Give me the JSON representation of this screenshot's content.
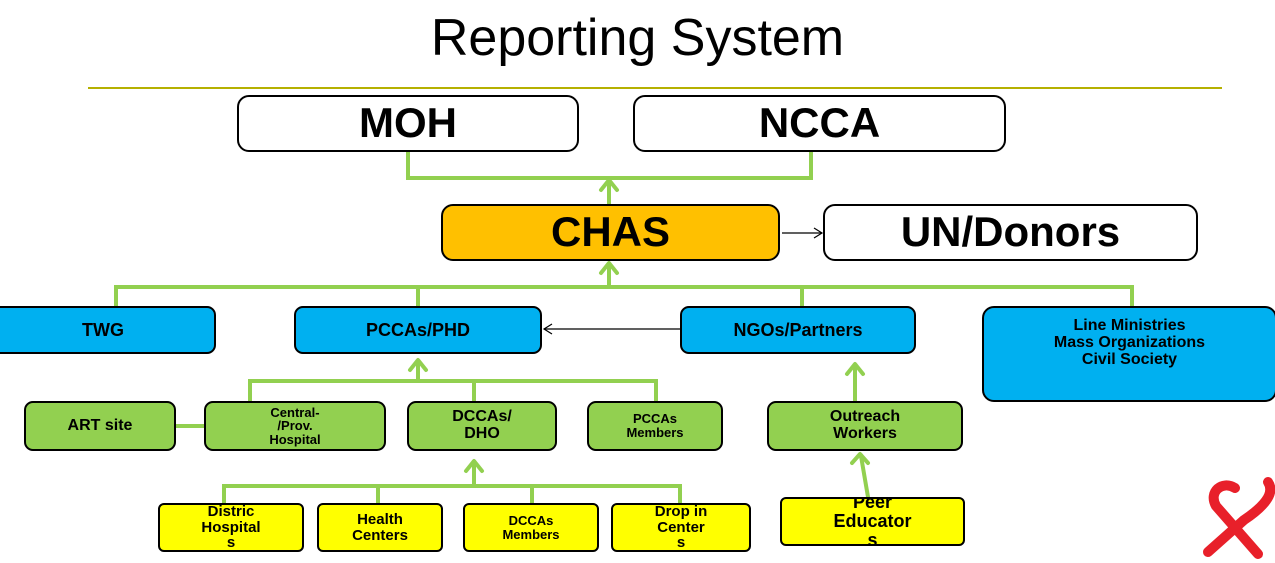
{
  "title": "Reporting System",
  "colors": {
    "rule": "#b5b000",
    "connector": "#92d050",
    "arrow": "#000000",
    "orange_box": "#ffc000",
    "blue_box": "#00b0f0",
    "green_box": "#92d050",
    "yellow_box": "#ffff00",
    "logo": "#e8202a"
  },
  "nodes": {
    "moh": "MOH",
    "ncca": "NCCA",
    "chas": "CHAS",
    "un_donors": "UN/Donors",
    "twg": "TWG",
    "pccas_phd": "PCCAs/PHD",
    "ngos_partners": "NGOs/Partners",
    "line_ministries": "Line Ministries\nMass Organizations\nCivil Society",
    "art_site": "ART site",
    "central_hospital": "Central-\n/Prov.\nHospital",
    "dccas_dho": "DCCAs/\nDHO",
    "pccas_members": "PCCAs\nMembers",
    "outreach_workers": "Outreach\nWorkers",
    "distric_hospitals": "Distric\nHospital\ns",
    "health_centers": "Health\nCenters",
    "dccas_members": "DCCAs\nMembers",
    "drop_in_centers": "Drop in\nCenter\ns",
    "peer_educators": "Peer\nEducator\ns"
  },
  "logo_icon": "red-ribbon-icon"
}
